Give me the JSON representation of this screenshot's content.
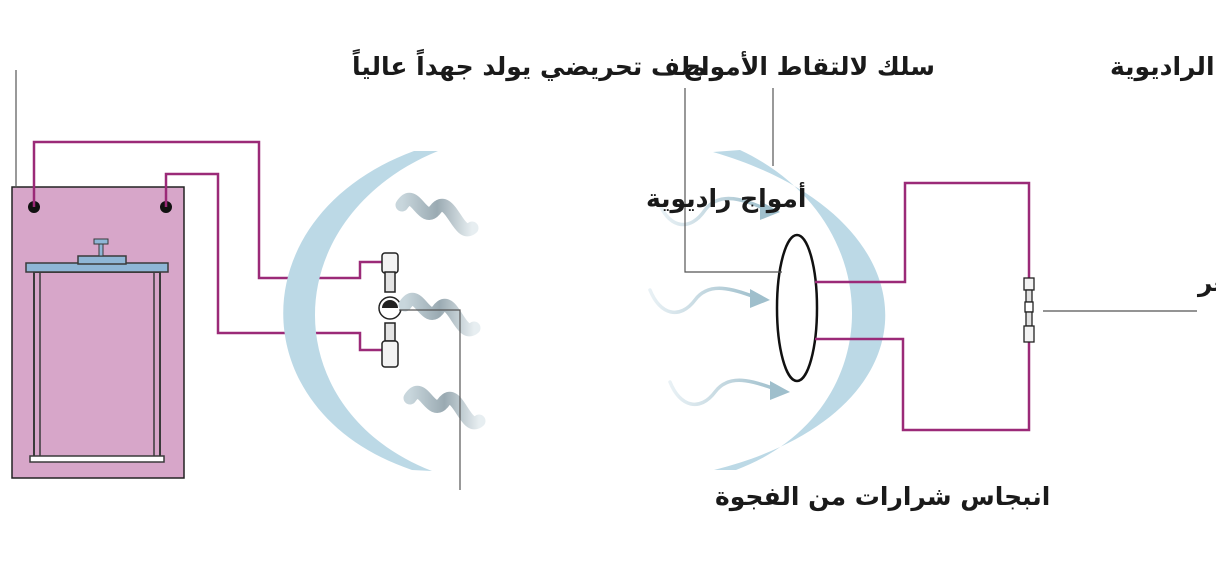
{
  "labels": {
    "induction_coil": "ملف تحريضي يولد جهداً عالياً",
    "receiving_wire": "سلك لالتقاط الأمواج",
    "reflector": "عاكس لتركيز الأمواج الراديوية",
    "radio_waves": "أمواج راديوية",
    "small_sparks": "شرارات أصغر",
    "gap_sparks": "انبجاس شرارات من الفجوة"
  },
  "colors": {
    "coil_box": "#d7a6c9",
    "wire": "#9b2a78",
    "reflector": "#bcd9e6",
    "wave": "#9fbfcc",
    "outline": "#222222"
  }
}
